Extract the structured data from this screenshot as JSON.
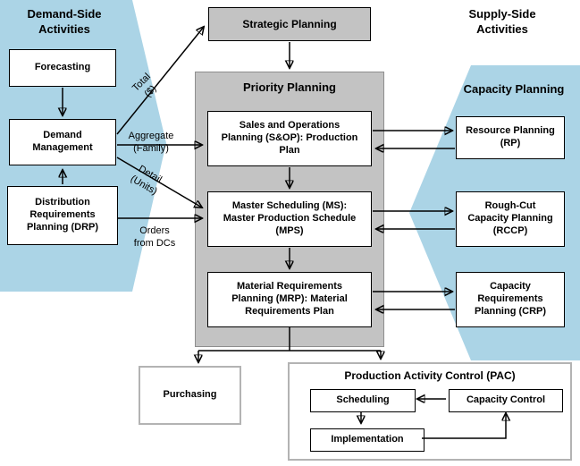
{
  "colors": {
    "accent_blue": "#abd4e6",
    "box_gray": "#c3c3c3",
    "soft_border_gray": "#b3b3b3"
  },
  "demand_side": {
    "title": "Demand-Side Activities",
    "boxes": {
      "forecasting": "Forecasting",
      "demand_management": "Demand Management",
      "drp": "Distribution Requirements Planning (DRP)"
    }
  },
  "center": {
    "strategic_planning": "Strategic Planning",
    "priority_planning_title": "Priority Planning",
    "boxes": {
      "sop": "Sales and Operations Planning (S&OP): Production Plan",
      "ms": "Master Scheduling (MS): Master Production Schedule (MPS)",
      "mrp": "Material Requirements Planning (MRP): Material Requirements Plan"
    }
  },
  "supply_side": {
    "title": "Supply-Side Activities",
    "capacity_planning_title": "Capacity Planning",
    "boxes": {
      "rp": "Resource Planning (RP)",
      "rccp": "Rough-Cut Capacity Planning (RCCP)",
      "crp": "Capacity Requirements Planning (CRP)"
    }
  },
  "flow_labels": {
    "total": "Total\n($)",
    "aggregate": "Aggregate\n(Family)",
    "detail": "Detail\n(Units)",
    "orders": "Orders\nfrom DCs"
  },
  "bottom": {
    "purchasing": "Purchasing",
    "pac_title": "Production Activity Control (PAC)",
    "scheduling": "Scheduling",
    "capacity_control": "Capacity Control",
    "implementation": "Implementation"
  }
}
